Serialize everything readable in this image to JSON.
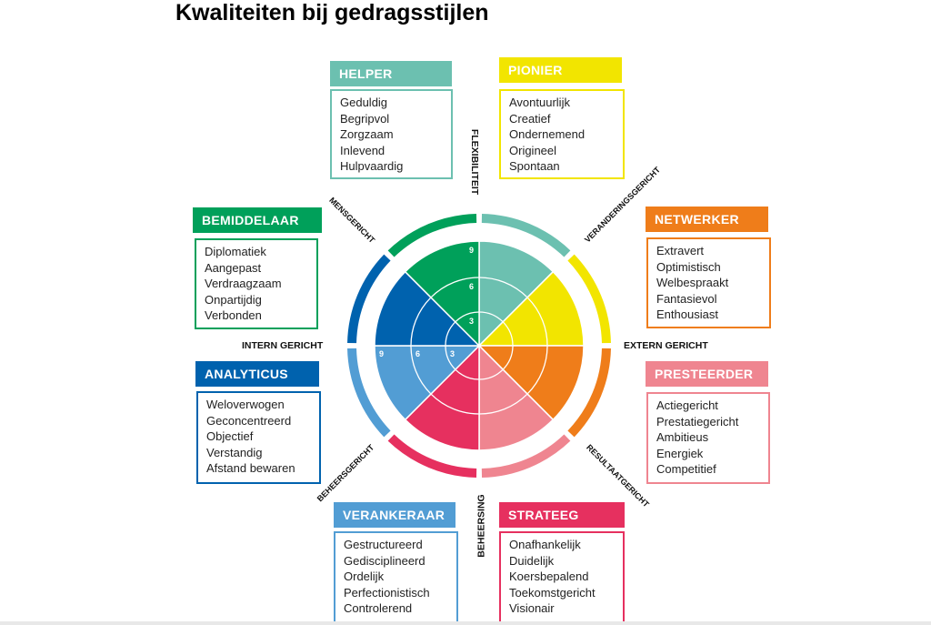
{
  "title": "Kwaliteiten bij gedragsstijlen",
  "styles": [
    {
      "name": "HELPER",
      "color": "#6cc0b0",
      "qualities": [
        "Geduldig",
        "Begripvol",
        "Zorgzaam",
        "Inlevend",
        "Hulpvaardig"
      ]
    },
    {
      "name": "PIONIER",
      "color": "#f2e500",
      "qualities": [
        "Avontuurlijk",
        "Creatief",
        "Ondernemend",
        "Origineel",
        "Spontaan"
      ]
    },
    {
      "name": "NETWERKER",
      "color": "#ef7d1a",
      "qualities": [
        "Extravert",
        "Optimistisch",
        "Welbespraakt",
        "Fantasievol",
        "Enthousiast"
      ]
    },
    {
      "name": "PRESTEERDER",
      "color": "#ef8590",
      "qualities": [
        "Actiegericht",
        "Prestatiegericht",
        "Ambitieus",
        "Energiek",
        "Competitief"
      ]
    },
    {
      "name": "STRATEEG",
      "color": "#e6305f",
      "qualities": [
        "Onafhankelijk",
        "Duidelijk",
        "Koersbepalend",
        "Toekomstgericht",
        "Visionair"
      ]
    },
    {
      "name": "VERANKERAAR",
      "color": "#529dd4",
      "qualities": [
        "Gestructureerd",
        "Gedisciplineerd",
        "Ordelijk",
        "Perfectionistisch",
        "Controlerend"
      ]
    },
    {
      "name": "ANALYTICUS",
      "color": "#0062ae",
      "qualities": [
        "Weloverwogen",
        "Geconcentreerd",
        "Objectief",
        "Verstandig",
        "Afstand bewaren"
      ]
    },
    {
      "name": "BEMIDDELAAR",
      "color": "#00a05a",
      "qualities": [
        "Diplomatiek",
        "Aangepast",
        "Verdraagzaam",
        "Onpartijdig",
        "Verbonden"
      ]
    }
  ],
  "axes": {
    "top": "FLEXIBILITEIT",
    "bottom": "BEHEERSING",
    "left": "INTERN GERICHT",
    "right": "EXTERN GERICHT"
  },
  "diagonals": {
    "top_left": "MENSGERICHT",
    "top_right": "VERANDERINGSGERICHT",
    "bottom_left": "BEHEERSGERICHT",
    "bottom_right": "RESULTAATGERICHT"
  },
  "scale": [
    "3",
    "6",
    "9"
  ]
}
